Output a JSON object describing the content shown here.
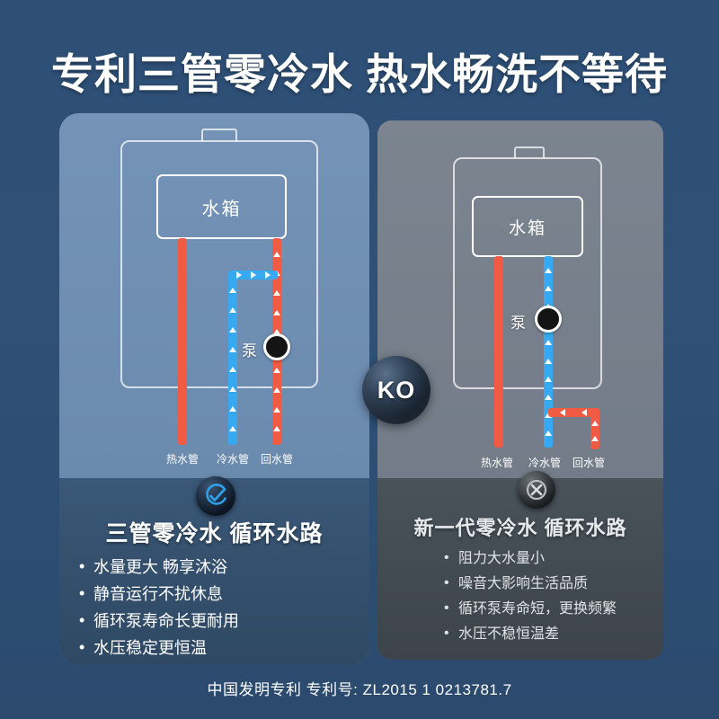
{
  "title": "专利三管零冷水 热水畅洗不等待",
  "footer": "中国发明专利 专利号: ZL2015 1 0213781.7",
  "ko_badge": {
    "label": "KO",
    "name": "ko-badge"
  },
  "colors": {
    "background": "#2f5076",
    "panel_left_top": "#6a8aae",
    "panel_left_bottom": "#35516e",
    "panel_right_top": "#767f8b",
    "panel_right_bottom": "#434b53",
    "hot_pipe": "#f15a43",
    "cold_pipe": "#36a9f0",
    "text": "#ffffff"
  },
  "left_panel": {
    "name": "three-pipe-zero-cold-water-panel",
    "tank_label": "水箱",
    "pump_label": "泵",
    "pipe_captions": [
      "热水管",
      "冷水管",
      "回水管"
    ],
    "status_icon": "check-circle-icon",
    "headline": "三管零冷水 循环水路",
    "bullets": [
      "水量更大  畅享沐浴",
      "静音运行不扰休息",
      "循环泵寿命长更耐用",
      "水压稳定更恒温"
    ]
  },
  "right_panel": {
    "name": "new-generation-zero-cold-water-panel",
    "tank_label": "水箱",
    "pump_label": "泵",
    "pipe_captions": [
      "热水管",
      "冷水管",
      "回水管"
    ],
    "status_icon": "x-circle-icon",
    "headline": "新一代零冷水 循环水路",
    "bullets": [
      "阻力大水量小",
      "噪音大影响生活品质",
      "循环泵寿命短，更换频繁",
      "水压不稳恒温差"
    ]
  }
}
